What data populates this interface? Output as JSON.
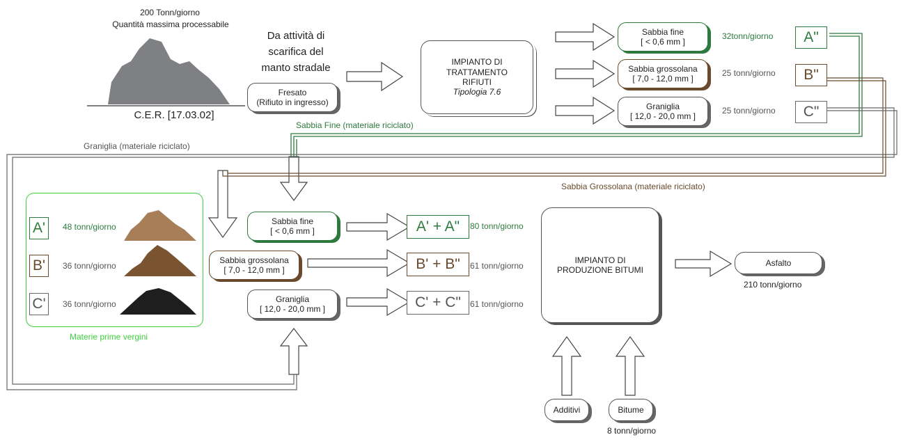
{
  "top_left": {
    "capacity_line1": "200 Tonn/giorno",
    "capacity_line2": "Quantità massima processabile",
    "cer": "C.E.R. [17.03.02]"
  },
  "source": {
    "line1": "Da attività di",
    "line2": "scarifica del",
    "line3": "manto stradale"
  },
  "input_box": {
    "line1": "Fresato",
    "line2": "(Rifiuto in ingresso)"
  },
  "treatment_plant": {
    "line1": "IMPIANTO DI",
    "line2": "TRATTAMENTO",
    "line3": "RIFIUTI",
    "line4": "Tipologia 7.6"
  },
  "outputs": [
    {
      "name": "Sabbia fine",
      "range": "[ < 0,6 mm ]",
      "rate": "32tonn/giorno",
      "code": "A\""
    },
    {
      "name": "Sabbia grossolana",
      "range": "[ 7,0 - 12,0 mm ]",
      "rate": "25 tonn/giorno",
      "code": "B\""
    },
    {
      "name": "Graniglia",
      "range": "[ 12,0 - 20,0 mm ]",
      "rate": "25 tonn/giorno",
      "code": "C\""
    }
  ],
  "flow_labels": {
    "sabbia_fine": "Sabbia Fine (materiale riciclato)",
    "graniglia": "Graniglia (materiale riciclato)",
    "sabbia_grossolana": "Sabbia Grossolana (materiale riciclato)"
  },
  "virgin": {
    "title": "Materie prime vergini",
    "items": [
      {
        "code": "A'",
        "rate": "48 tonn/giorno"
      },
      {
        "code": "B'",
        "rate": "36 tonn/giorno"
      },
      {
        "code": "C'",
        "rate": "36 tonn/giorno"
      }
    ]
  },
  "middle_boxes": [
    {
      "name": "Sabbia fine",
      "range": "[ < 0,6 mm ]"
    },
    {
      "name": "Sabbia grossolana",
      "range": "[ 7,0 - 12,0 mm ]"
    },
    {
      "name": "Graniglia",
      "range": "[ 12,0 - 20,0 mm ]"
    }
  ],
  "combined": [
    {
      "code": "A' + A\"",
      "rate": "80 tonn/giorno"
    },
    {
      "code": "B' + B\"",
      "rate": "61 tonn/giorno"
    },
    {
      "code": "C' + C\"",
      "rate": "61 tonn/giorno"
    }
  ],
  "bitumen_plant": {
    "line1": "IMPIANTO DI",
    "line2": "PRODUZIONE BITUMI"
  },
  "output_final": {
    "label": "Asfalto",
    "rate": "210 tonn/giorno"
  },
  "additives": {
    "label": "Additivi"
  },
  "bitume": {
    "label": "Bitume",
    "rate": "8 tonn/giorno"
  },
  "colors": {
    "green": "#2e7a3e",
    "brown": "#6a4a2c",
    "gray": "#666666",
    "bright_green": "#3ecf3e"
  }
}
